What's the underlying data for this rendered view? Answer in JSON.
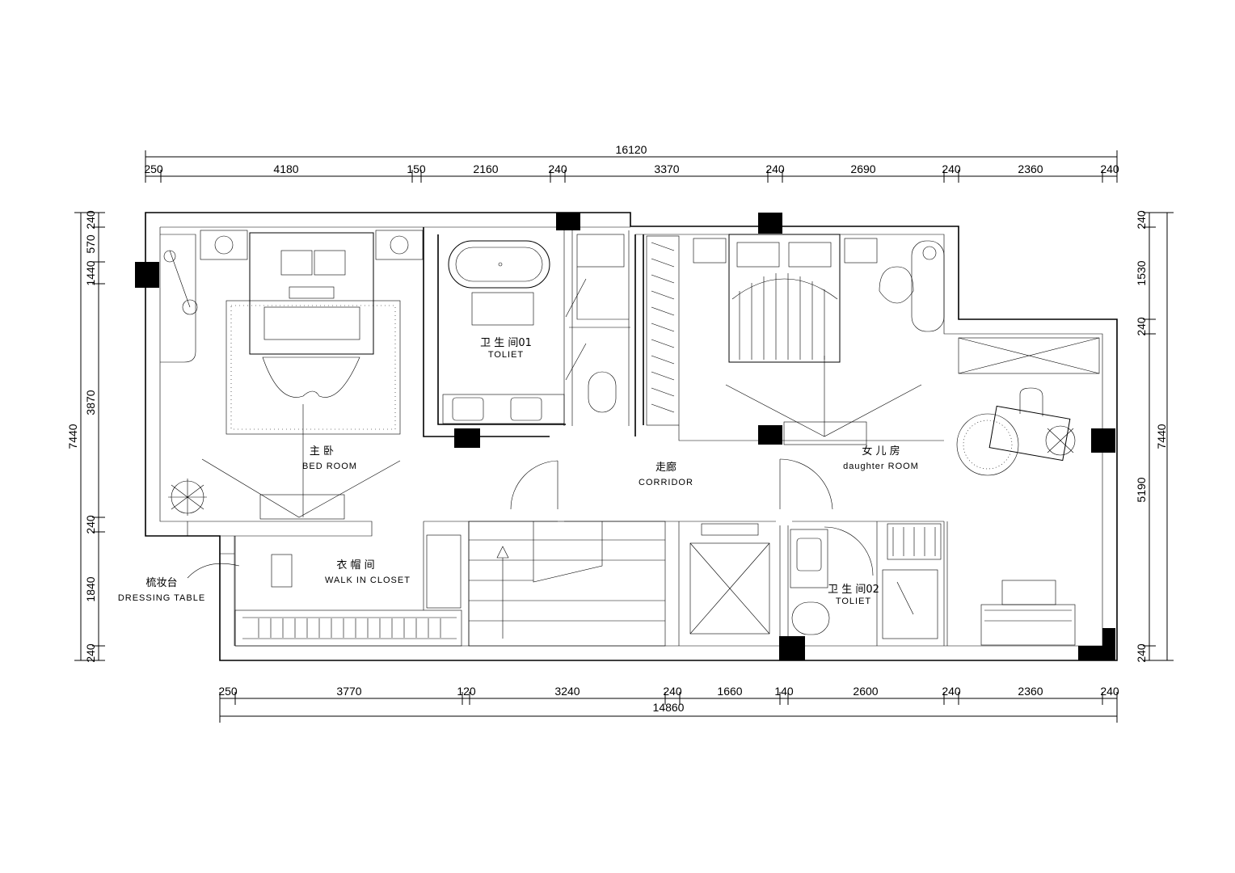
{
  "dimensions": {
    "top_total": "16120",
    "top": [
      "250",
      "4180",
      "150",
      "2160",
      "240",
      "3370",
      "240",
      "2690",
      "240",
      "2360",
      "240"
    ],
    "bottom_total": "14860",
    "bottom": [
      "250",
      "3770",
      "120",
      "3240",
      "240",
      "1660",
      "140",
      "2600",
      "240",
      "2360",
      "240"
    ],
    "left_total": "7440",
    "left": [
      "240",
      "570",
      "1440",
      "3870",
      "240",
      "1840",
      "240"
    ],
    "right_total": "7440",
    "right": [
      "240",
      "1530",
      "240",
      "5190",
      "240"
    ]
  },
  "rooms": {
    "master_zh": "主 卧",
    "master_en": "BED  ROOM",
    "bath1_zh": "卫 生 间01",
    "bath1_en": "TOLIET",
    "corridor_zh": "走廊",
    "corridor_en": "CORRIDOR",
    "daughter_zh": "女 儿 房",
    "daughter_en": "daughter  ROOM",
    "closet_zh": "衣 帽 间",
    "closet_en": "WALK IN CLOSET",
    "dressing_zh": "梳妆台",
    "dressing_en": "DRESSING TABLE",
    "bath2_zh": "卫 生 间02",
    "bath2_en": "TOLIET"
  }
}
